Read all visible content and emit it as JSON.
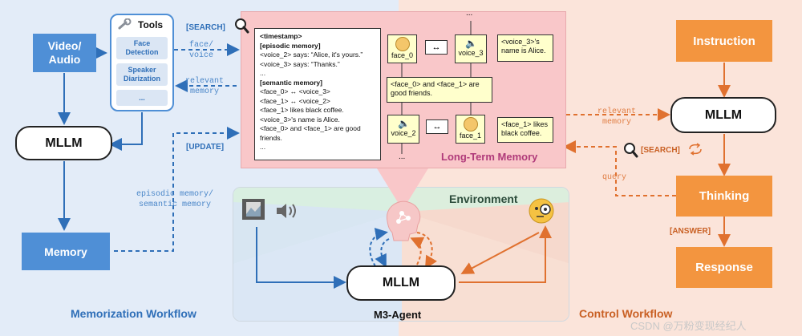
{
  "memorization": {
    "video_audio": "Video/\nAudio",
    "mllm": "MLLM",
    "memory": "Memory",
    "tools_title": "Tools",
    "tools": [
      "Face\nDetection",
      "Speaker\nDiarization",
      "..."
    ],
    "search_tag": "[SEARCH]",
    "face_voice": "face/\nvoice",
    "relevant_memory": "relevant\nmemory",
    "update_tag": "[UPDATE]",
    "episodic_semantic": "episodic memory/\nsemantic memory",
    "workflow_label": "Memorization Workflow"
  },
  "memory_doc": {
    "lines": [
      {
        "text": "<timestamp>",
        "bold": true
      },
      {
        "text": "[episodic memory]",
        "bold": true
      },
      {
        "text": "<voice_2> says: “Alice, it's yours.”",
        "bold": false
      },
      {
        "text": "<voice_3> says: “Thanks.”",
        "bold": false
      },
      {
        "text": "...",
        "bold": false
      },
      {
        "text": "[semantic memory]",
        "bold": true
      },
      {
        "text": "<face_0> ↔ <voice_3>",
        "bold": false
      },
      {
        "text": "<face_1> ↔ <voice_2>",
        "bold": false
      },
      {
        "text": "<face_1> likes black coffee.",
        "bold": false
      },
      {
        "text": "<voice_3>'s name is Alice.",
        "bold": false
      },
      {
        "text": "<face_0> and <face_1> are good",
        "bold": false
      },
      {
        "text": "friends.",
        "bold": false
      },
      {
        "text": "...",
        "bold": false
      }
    ]
  },
  "graph": {
    "face_0": "face_0",
    "voice_3": "voice_3",
    "voice_2": "voice_2",
    "face_1": "face_1",
    "voice3_name": "<voice_3>'s\nname is Alice.",
    "friends": "<face_0> and <face_1> are\ngood friends.",
    "coffee": "<face_1> likes\nblack coffee.",
    "link": "↔",
    "dots": "...",
    "ltm_label": "Long-Term Memory"
  },
  "agent": {
    "environment": "Environment",
    "mllm": "MLLM",
    "name": "M3-Agent"
  },
  "control": {
    "instruction": "Instruction",
    "mllm": "MLLM",
    "thinking": "Thinking",
    "response": "Response",
    "relevant_memory": "relevant\nmemory",
    "search_tag": "[SEARCH]",
    "query": "query",
    "answer_tag": "[ANSWER]",
    "workflow_label": "Control Workflow"
  },
  "watermark": "CSDN @万粉变现经纪人",
  "colors": {
    "blue": "#4f8fd6",
    "orange": "#f3953f",
    "memory_pink": "#f9c7c9",
    "node_yellow": "#ffffcc"
  }
}
